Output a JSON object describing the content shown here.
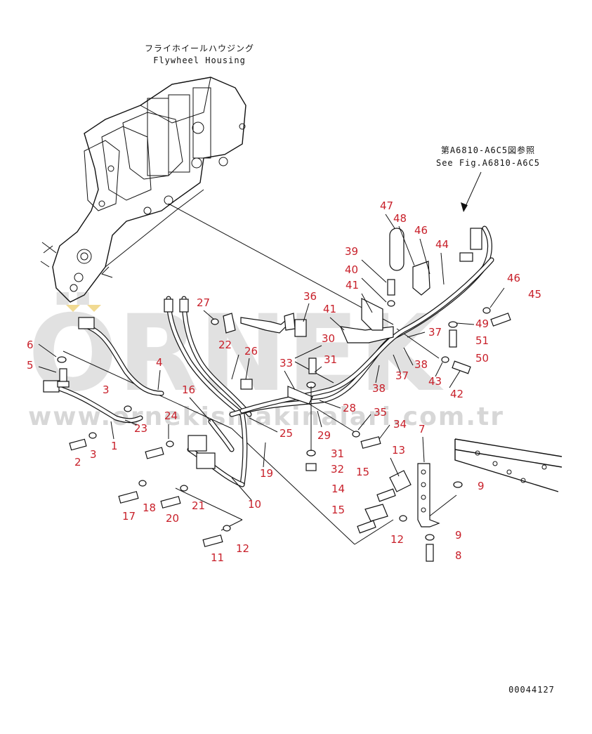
{
  "header": {
    "title_jp": "フライホイールハウジング",
    "title_en": "Flywheel Housing"
  },
  "reference": {
    "line_jp": "第A6810-A6C5図参照",
    "line_en": "See Fig.A6810-A6C5"
  },
  "watermark": {
    "brand": "ÖRNEK",
    "url": "www.ornekismakinalari.com.tr"
  },
  "drawing_number": "00044127",
  "callouts": [
    "47",
    "48",
    "46",
    "44",
    "39",
    "40",
    "41",
    "46",
    "45",
    "27",
    "36",
    "41",
    "37",
    "49",
    "51",
    "22",
    "26",
    "30",
    "31",
    "38",
    "50",
    "6",
    "4",
    "33",
    "37",
    "43",
    "5",
    "38",
    "42",
    "3",
    "16",
    "28",
    "35",
    "24",
    "25",
    "29",
    "34",
    "7",
    "23",
    "1",
    "13",
    "2",
    "3",
    "19",
    "31",
    "32",
    "15",
    "10",
    "18",
    "21",
    "14",
    "9",
    "17",
    "20",
    "15",
    "12",
    "9",
    "11",
    "12",
    "8"
  ]
}
